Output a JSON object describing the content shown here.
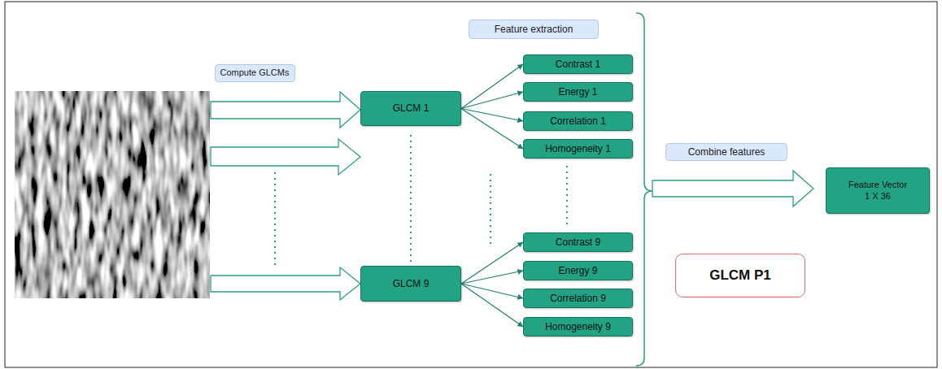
{
  "diagram": {
    "nodes": [
      {
        "text": [
          "Compute GLCMs"
        ]
      },
      {
        "text": [
          "Feature extraction"
        ]
      },
      {
        "text": [
          "GLCM 1"
        ]
      },
      {
        "text": [
          "Contrast 1"
        ]
      },
      {
        "text": [
          "Energy 1"
        ]
      },
      {
        "text": [
          "Correlation 1"
        ]
      },
      {
        "text": [
          "Homogeneity 1"
        ]
      },
      {
        "text": [
          "GLCM 9"
        ]
      },
      {
        "text": [
          "Contrast 9"
        ]
      },
      {
        "text": [
          "Energy 9"
        ]
      },
      {
        "text": [
          "Correlation 9"
        ]
      },
      {
        "text": [
          "Homogeneity 9"
        ]
      },
      {
        "text": [
          "Combine features"
        ]
      },
      {
        "text": [
          "Feature Vector 1 X 36"
        ]
      },
      {
        "text": [
          "GLCM P1"
        ]
      }
    ],
    "edges": [
      {
        "from": 2,
        "to": 3,
        "arrow": "to"
      },
      {
        "from": 2,
        "to": 4,
        "arrow": "to"
      },
      {
        "from": 2,
        "to": 5,
        "arrow": "to"
      },
      {
        "from": 2,
        "to": 6,
        "arrow": "to"
      },
      {
        "from": 7,
        "to": 8,
        "arrow": "to"
      },
      {
        "from": 7,
        "to": 9,
        "arrow": "to"
      },
      {
        "from": 7,
        "to": 10,
        "arrow": "to"
      },
      {
        "from": 7,
        "to": 11,
        "arrow": "to"
      }
    ]
  }
}
